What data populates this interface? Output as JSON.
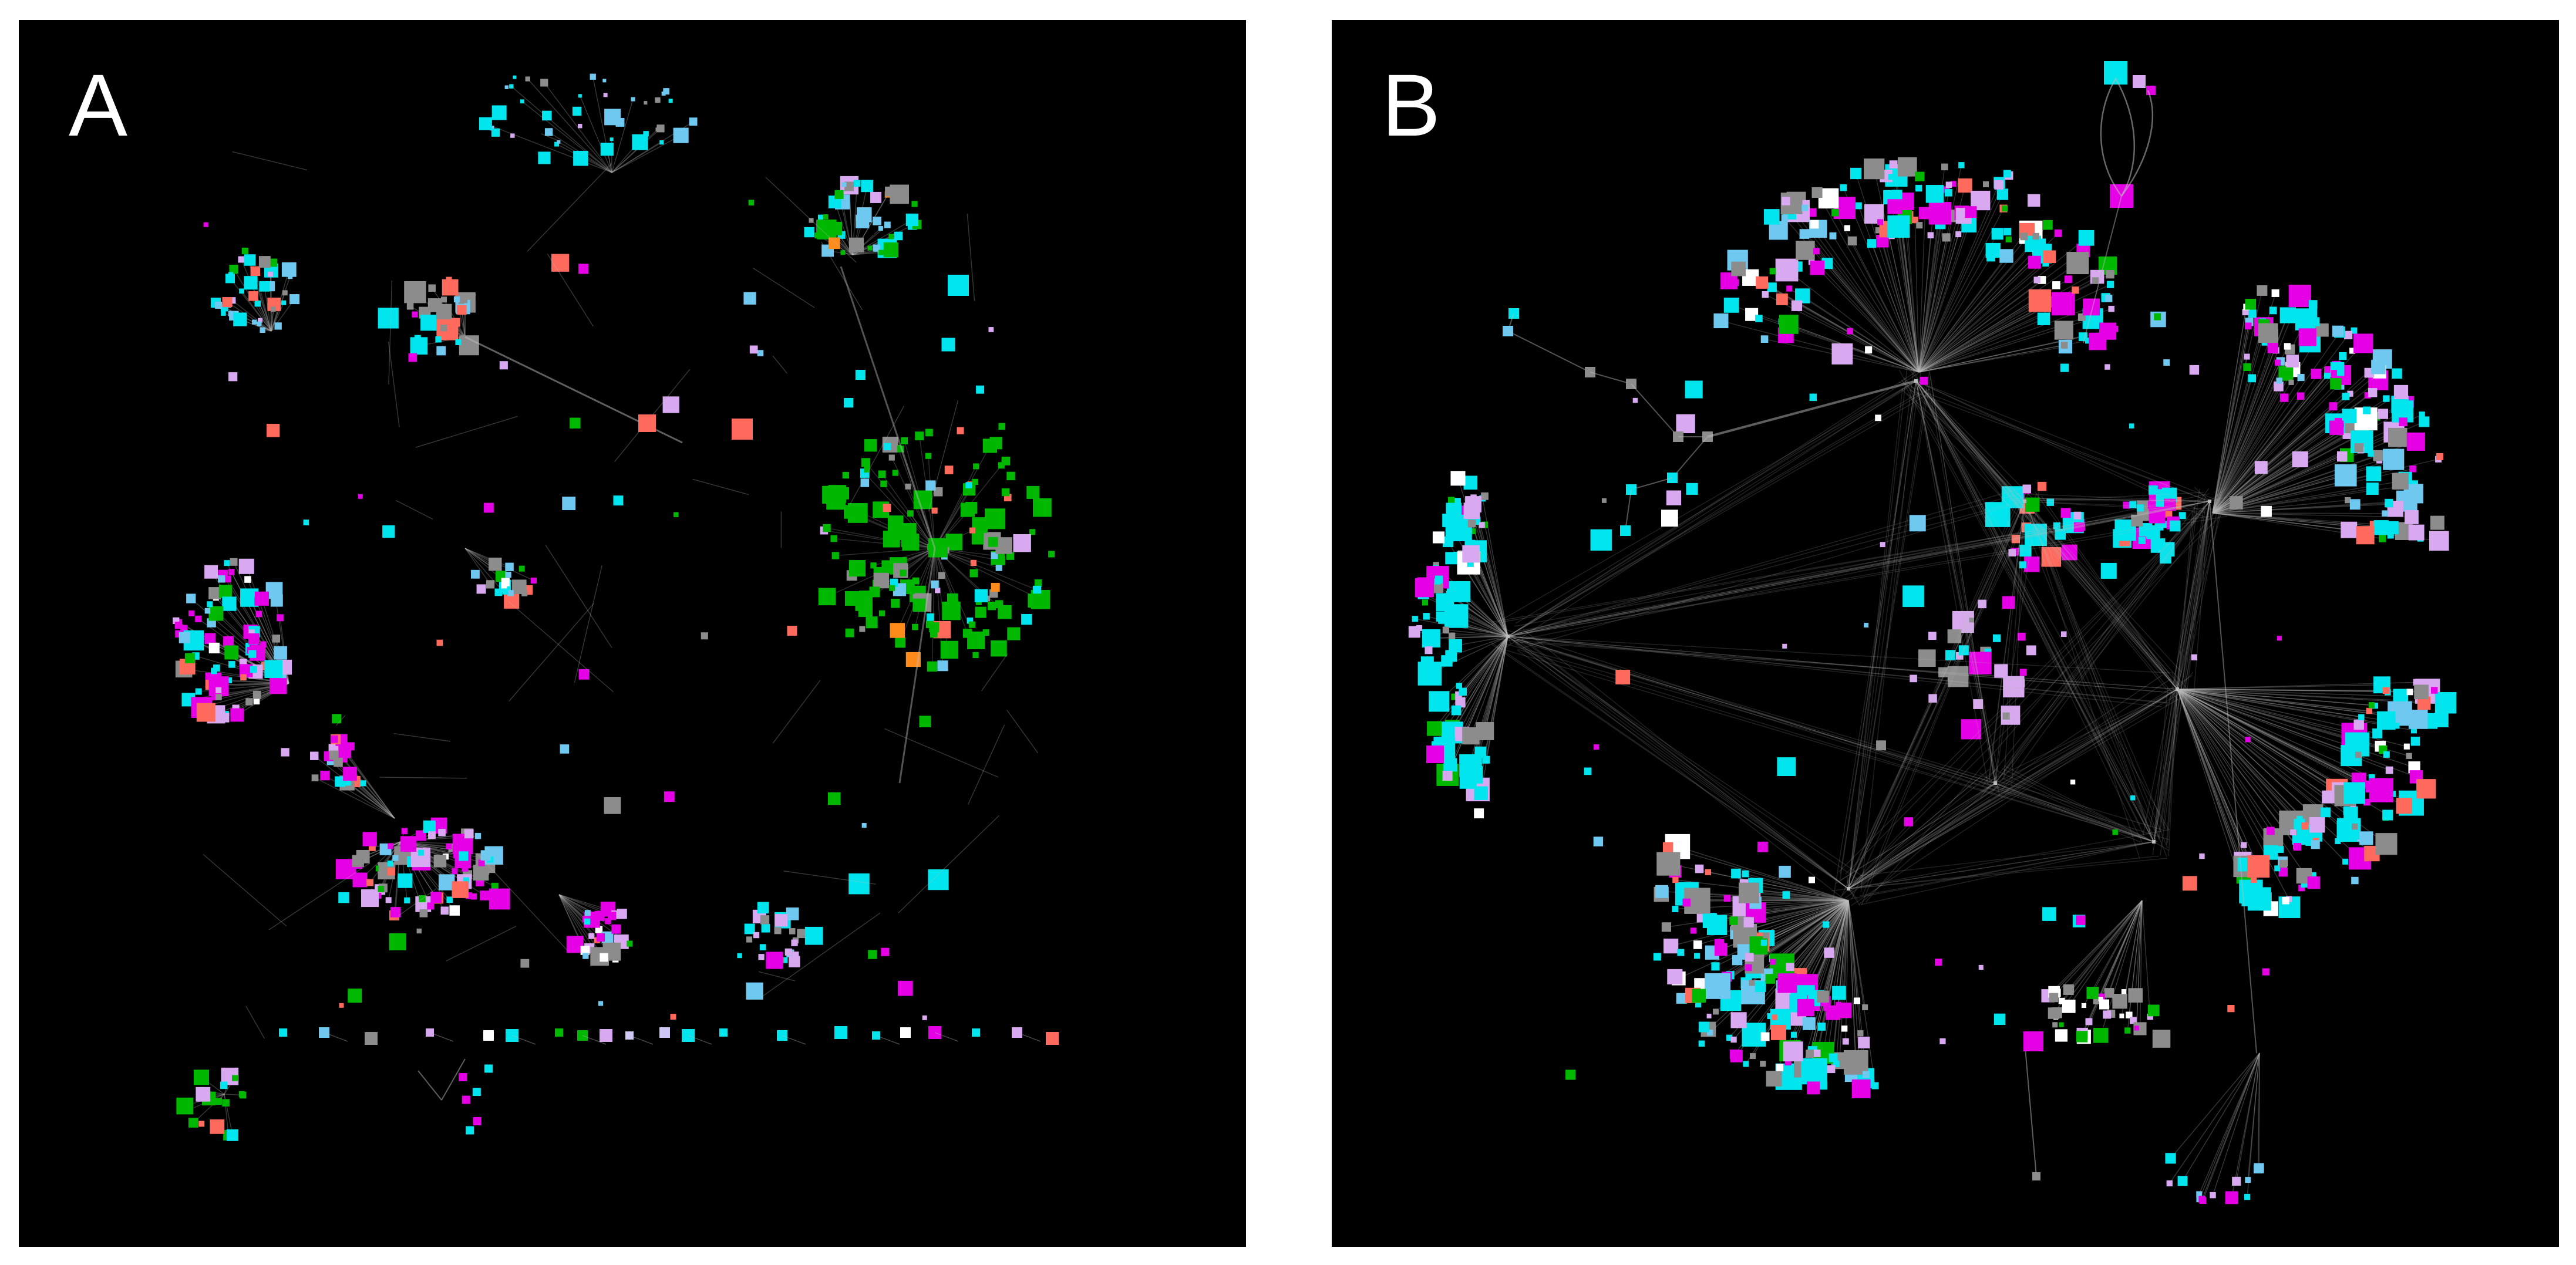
{
  "panels": [
    {
      "id": "a",
      "label": "A"
    },
    {
      "id": "b",
      "label": "B"
    }
  ],
  "colors": {
    "background": "#000000",
    "edge": "#bbbbbb",
    "node_palette": [
      "#00e5ee",
      "#e600e6",
      "#00b800",
      "#8c8c8c",
      "#ff6a5c",
      "#d8a8f0",
      "#6fc8ef",
      "#ffffff",
      "#ff8c1a",
      "#cfc8f5"
    ]
  }
}
